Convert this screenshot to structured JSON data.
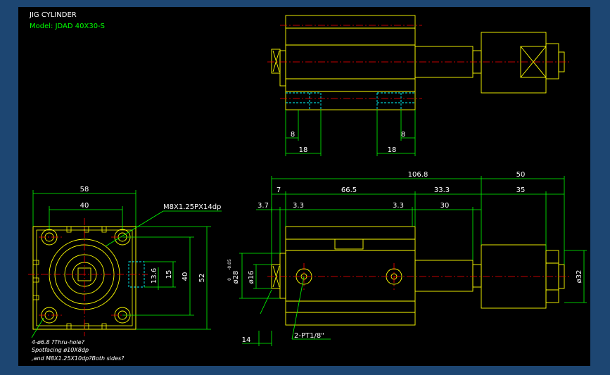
{
  "title": "JIG CYLINDER",
  "model": "Model: JDAD 40X30-S",
  "dims": {
    "top_w58": "58",
    "top_w40": "40",
    "thread_note": "M8X1.25PX14dp",
    "h52": "52",
    "h40": "40",
    "h15": "15",
    "h13_6": "13.6",
    "d106_8": "106.8",
    "d50": "50",
    "d7": "7",
    "d66_5": "66.5",
    "d33_3": "33.3",
    "d35": "35",
    "d3_7": "3.7",
    "d3_3a": "3.3",
    "d3_3b": "3.3",
    "d30": "30",
    "phi16": "ø16",
    "phi28": "ø28",
    "phi28_tol": "-0.05",
    "phi28_tol0": "0",
    "phi32": "ø32",
    "d14": "14",
    "port": "2-PT1/8\"",
    "s8a": "8",
    "s8b": "8",
    "s18a": "18",
    "s18b": "18"
  },
  "notes": {
    "line1": "4-ø6.8 ?Thru-hole?",
    "line2": "Spotfacing ø10X8dp",
    "line3": ",and M8X1.25X10dp?Both sides?"
  },
  "colors": {
    "background": "#1d4672",
    "canvas": "#000000",
    "outline": "#ffff00",
    "dimension": "#00ff00",
    "center_line": "#ff0000",
    "hidden": "#00ffff",
    "text": "#ffffff"
  }
}
